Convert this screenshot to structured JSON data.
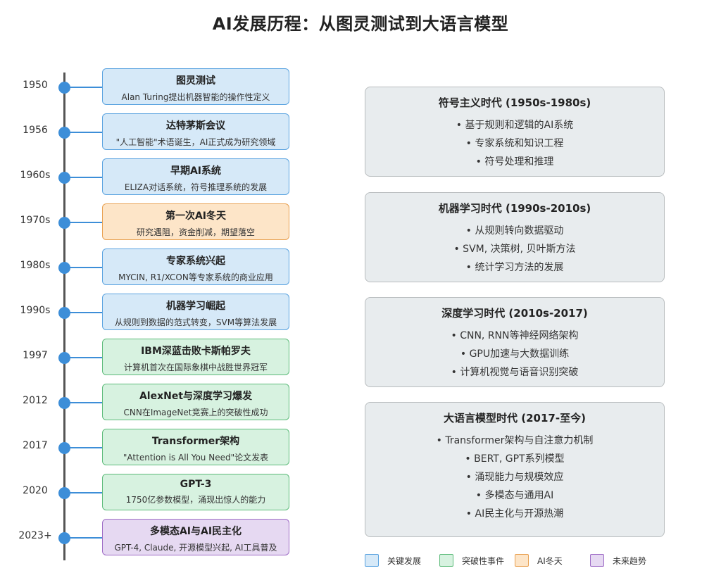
{
  "title": "AI发展历程：从图灵测试到大语言模型",
  "colors": {
    "key_development": "#d6e9f8",
    "breakthrough": "#d7f2e0",
    "ai_winter": "#fde5c8",
    "future_trend": "#e6d9f2",
    "timeline_dot": "#3d8ed8",
    "era_box": "#e8ecee"
  },
  "events": [
    {
      "year": "1950",
      "title": "图灵测试",
      "desc": "Alan Turing提出机器智能的操作性定义",
      "category": "key"
    },
    {
      "year": "1956",
      "title": "达特茅斯会议",
      "desc": "\"人工智能\"术语诞生，AI正式成为研究领域",
      "category": "key"
    },
    {
      "year": "1960s",
      "title": "早期AI系统",
      "desc": "ELIZA对话系统，符号推理系统的发展",
      "category": "key"
    },
    {
      "year": "1970s",
      "title": "第一次AI冬天",
      "desc": "研究遇阻，资金削减，期望落空",
      "category": "winter"
    },
    {
      "year": "1980s",
      "title": "专家系统兴起",
      "desc": "MYCIN, R1/XCON等专家系统的商业应用",
      "category": "key"
    },
    {
      "year": "1990s",
      "title": "机器学习崛起",
      "desc": "从规则到数据的范式转变，SVM等算法发展",
      "category": "key"
    },
    {
      "year": "1997",
      "title": "IBM深蓝击败卡斯帕罗夫",
      "desc": "计算机首次在国际象棋中战胜世界冠军",
      "category": "breakthrough"
    },
    {
      "year": "2012",
      "title": "AlexNet与深度学习爆发",
      "desc": "CNN在ImageNet竞赛上的突破性成功",
      "category": "breakthrough"
    },
    {
      "year": "2017",
      "title": "Transformer架构",
      "desc": "\"Attention is All You Need\"论文发表",
      "category": "breakthrough"
    },
    {
      "year": "2020",
      "title": "GPT-3",
      "desc": "1750亿参数模型，涌现出惊人的能力",
      "category": "breakthrough"
    },
    {
      "year": "2023+",
      "title": "多模态AI与AI民主化",
      "desc": "GPT-4, Claude, 开源模型兴起, AI工具普及",
      "category": "future"
    }
  ],
  "eras": [
    {
      "title": "符号主义时代 (1950s-1980s)",
      "items": [
        "• 基于规则和逻辑的AI系统",
        "• 专家系统和知识工程",
        "• 符号处理和推理"
      ]
    },
    {
      "title": "机器学习时代 (1990s-2010s)",
      "items": [
        "• 从规则转向数据驱动",
        "• SVM, 决策树, 贝叶斯方法",
        "• 统计学习方法的发展"
      ]
    },
    {
      "title": "深度学习时代 (2010s-2017)",
      "items": [
        "• CNN, RNN等神经网络架构",
        "• GPU加速与大数据训练",
        "• 计算机视觉与语音识别突破"
      ]
    },
    {
      "title": "大语言模型时代 (2017-至今)",
      "items": [
        "• Transformer架构与自注意力机制",
        "• BERT, GPT系列模型",
        "• 涌现能力与规模效应",
        "• 多模态与通用AI",
        "• AI民主化与开源热潮"
      ]
    }
  ],
  "legend": [
    {
      "label": "关键发展",
      "category": "key"
    },
    {
      "label": "突破性事件",
      "category": "breakthrough"
    },
    {
      "label": "AI冬天",
      "category": "winter"
    },
    {
      "label": "未来趋势",
      "category": "future"
    }
  ]
}
